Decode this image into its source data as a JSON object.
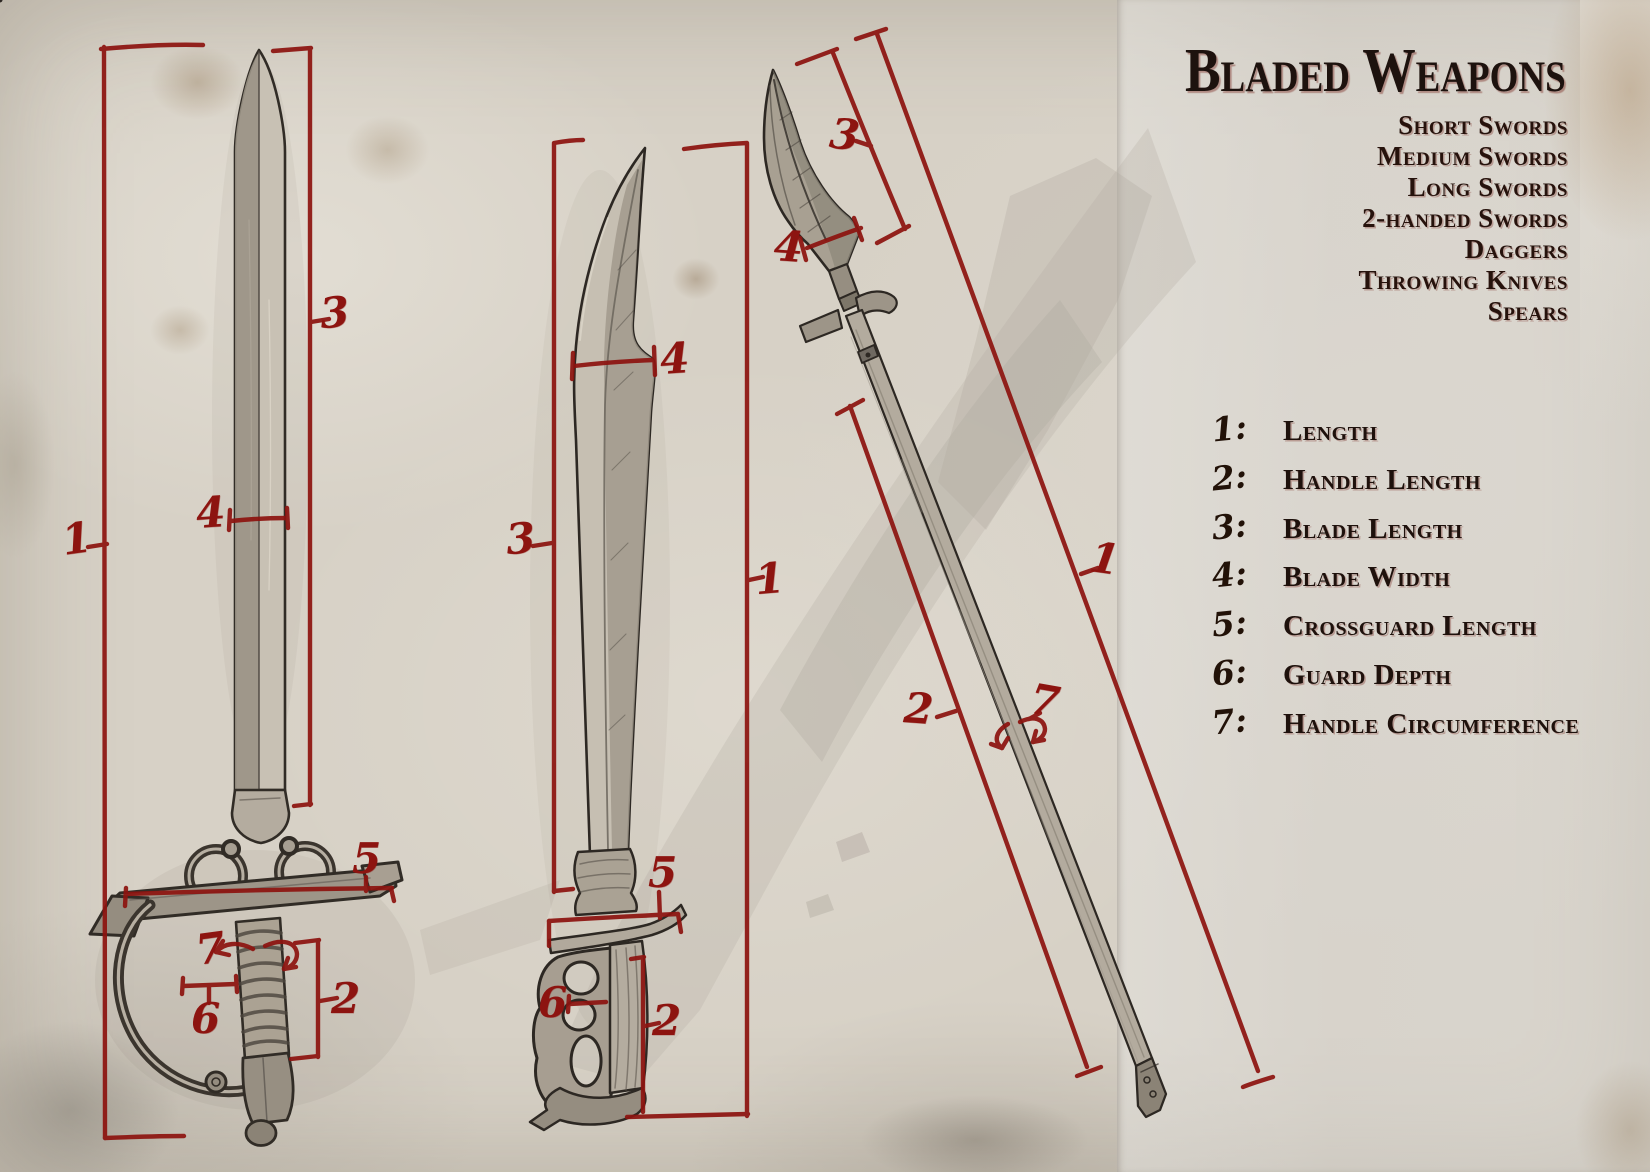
{
  "panel": {
    "title": "Bladed Weapons",
    "weapon_types": [
      "Short Swords",
      "Medium Swords",
      "Long Swords",
      "2-handed Swords",
      "Daggers",
      "Throwing Knives",
      "Spears"
    ]
  },
  "legend": [
    {
      "num": "1:",
      "label": "Length"
    },
    {
      "num": "2:",
      "label": "Handle Length"
    },
    {
      "num": "3:",
      "label": "Blade Length"
    },
    {
      "num": "4:",
      "label": "Blade Width"
    },
    {
      "num": "5:",
      "label": "Crossguard Length"
    },
    {
      "num": "6:",
      "label": "Guard Depth"
    },
    {
      "num": "7:",
      "label": "Handle Circumference"
    }
  ],
  "annotations": {
    "longsword": {
      "length": "1",
      "handle_length": "2",
      "blade_length": "3",
      "blade_width": "4",
      "crossguard_length": "5",
      "guard_depth": "6",
      "handle_circumference": "7"
    },
    "machete": {
      "length": "1",
      "handle_length": "2",
      "blade_length": "3",
      "blade_width": "4",
      "crossguard_length": "5",
      "guard_depth": "6"
    },
    "spear": {
      "length": "1",
      "handle_length": "2",
      "blade_length": "3",
      "blade_width": "4",
      "handle_circumference": "7"
    }
  },
  "colors": {
    "annotation_red": "#8d1410",
    "ink": "#241710",
    "paper": "#d7d1c6"
  }
}
